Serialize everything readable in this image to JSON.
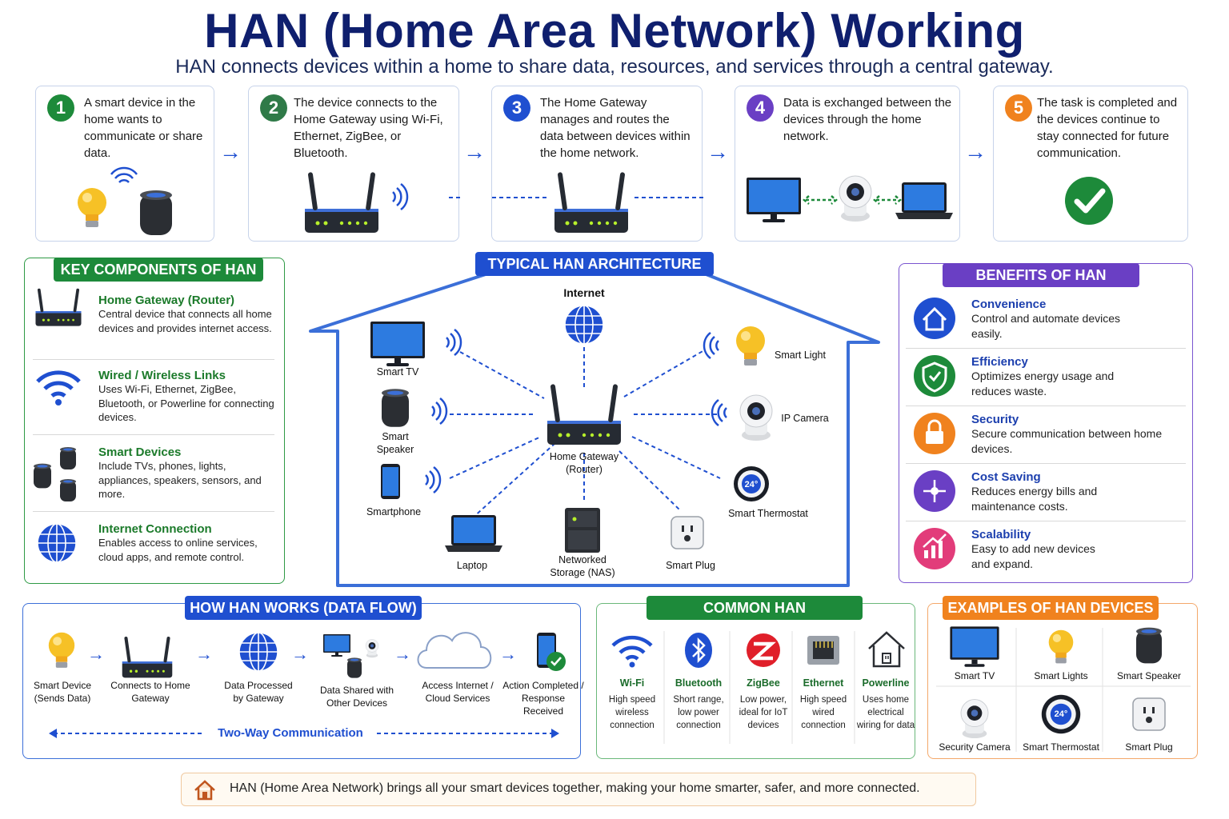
{
  "title": "HAN (Home Area Network) Working",
  "subtitle": "HAN connects devices within a home to share data, resources, and services through a central gateway.",
  "steps": [
    {
      "num": "1",
      "text": "A smart device in the home wants to communicate or share data.",
      "color": "#1d8a3a"
    },
    {
      "num": "2",
      "text": "The device connects to the Home Gateway using Wi-Fi, Ethernet, ZigBee, or Bluetooth.",
      "color": "#2f7a48"
    },
    {
      "num": "3",
      "text": "The Home Gateway manages and routes the data between devices within the home network.",
      "color": "#1f4fd0"
    },
    {
      "num": "4",
      "text": "Data is exchanged between the devices through the home network.",
      "color": "#6a3fc4"
    },
    {
      "num": "5",
      "text": "The task is completed and the devices continue to stay connected for future communication.",
      "color": "#f0821e"
    }
  ],
  "key": {
    "header": "KEY COMPONENTS OF HAN",
    "items": [
      {
        "title": "Home Gateway (Router)",
        "desc": "Central device that connects all home devices and provides internet access."
      },
      {
        "title": "Wired / Wireless Links",
        "desc": "Uses Wi-Fi, Ethernet, ZigBee, Bluetooth, or Powerline for connecting devices."
      },
      {
        "title": "Smart Devices",
        "desc": "Include TVs, phones, lights, appliances, speakers, sensors, and more."
      },
      {
        "title": "Internet Connection",
        "desc": "Enables access to online services, cloud apps, and remote control."
      }
    ]
  },
  "arch": {
    "header": "TYPICAL HAN ARCHITECTURE",
    "internet": "Internet",
    "gateway": "Home Gateway (Router)",
    "tv": "Smart TV",
    "speaker": "Smart Speaker",
    "phone": "Smartphone",
    "laptop": "Laptop",
    "nas": "Networked Storage (NAS)",
    "plug": "Smart Plug",
    "thermostat": "Smart Thermostat",
    "camera": "IP Camera",
    "light": "Smart Light",
    "thermo_value": "24°"
  },
  "benefits": {
    "header": "BENEFITS OF HAN",
    "items": [
      {
        "title": "Convenience",
        "desc": "Control and automate devices easily.",
        "color": "#1f4fd0"
      },
      {
        "title": "Efficiency",
        "desc": "Optimizes energy usage and reduces waste.",
        "color": "#1d8a3a"
      },
      {
        "title": "Security",
        "desc": "Secure communication between home devices.",
        "color": "#f0821e"
      },
      {
        "title": "Cost Saving",
        "desc": "Reduces energy bills and maintenance costs.",
        "color": "#6a3fc4"
      },
      {
        "title": "Scalability",
        "desc": "Easy to add new devices and expand.",
        "color": "#e23c7a"
      }
    ]
  },
  "flow": {
    "header": "HOW HAN WORKS (DATA FLOW)",
    "steps": [
      "Smart Device (Sends Data)",
      "Connects to Home Gateway",
      "Data Processed by Gateway",
      "Data Shared with Other Devices",
      "Access Internet / Cloud Services",
      "Action Completed / Response Received"
    ],
    "twoway": "Two-Way Communication"
  },
  "tech": {
    "header": "COMMON HAN TECHNOLOGIES",
    "items": [
      {
        "name": "Wi-Fi",
        "desc": "High speed wireless connection"
      },
      {
        "name": "Bluetooth",
        "desc": "Short range, low power connection"
      },
      {
        "name": "ZigBee",
        "desc": "Low power, ideal for IoT devices"
      },
      {
        "name": "Ethernet",
        "desc": "High speed wired connection"
      },
      {
        "name": "Powerline",
        "desc": "Uses home electrical wiring for data"
      }
    ]
  },
  "examples": {
    "header": "EXAMPLES OF HAN DEVICES",
    "items": [
      "Smart TV",
      "Smart Lights",
      "Smart Speaker",
      "Security Camera",
      "Smart Thermostat",
      "Smart Plug"
    ]
  },
  "footer": "HAN (Home Area Network) brings all your smart devices together, making your home smarter, safer, and more connected."
}
